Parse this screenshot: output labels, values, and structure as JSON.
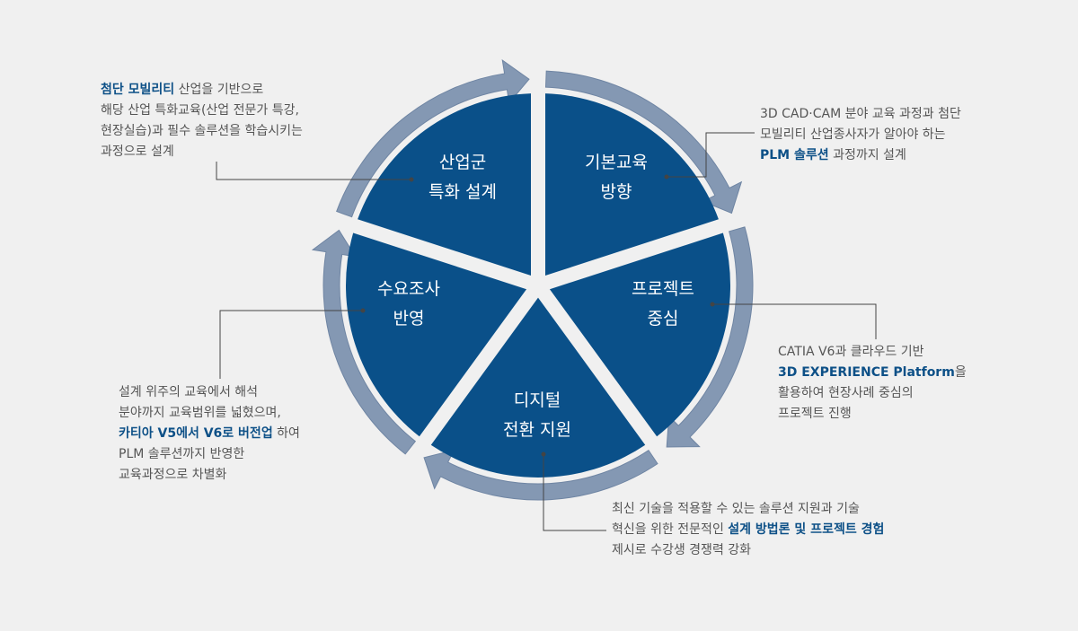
{
  "colors": {
    "background": "#f0f0f0",
    "segment": "#0a5089",
    "arrow": "#8498b3",
    "arrow_edge": "#6f85a3",
    "text": "#555555",
    "highlight": "#0d5087",
    "connector": "#444444"
  },
  "segments": [
    {
      "id": "basic",
      "line1": "기본교육",
      "line2": "방향"
    },
    {
      "id": "project",
      "line1": "프로젝트",
      "line2": "중심"
    },
    {
      "id": "digital",
      "line1": "디지털",
      "line2": "전환 지원"
    },
    {
      "id": "demand",
      "line1": "수요조사",
      "line2": "반영"
    },
    {
      "id": "industry",
      "line1": "산업군",
      "line2": "특화 설계"
    }
  ],
  "notes": {
    "industry": {
      "l1_hl": "첨단 모빌리티",
      "l1_rest": " 산업을 기반으로",
      "l2": "해당 산업 특화교육(산업 전문가 특강,",
      "l3": "현장실습)과 필수 솔루션을 학습시키는",
      "l4": "과정으로 설계"
    },
    "basic": {
      "l1": "3D CAD·CAM 분야 교육 과정과 첨단",
      "l2": "모빌리티 산업종사자가 알아야 하는",
      "l3_hl": "PLM 솔루션",
      "l3_rest": " 과정까지 설계"
    },
    "project": {
      "l1": "CATIA V6과 클라우드 기반",
      "l2_hl": "3D EXPERIENCE Platform",
      "l2_rest": "을",
      "l3": "활용하여 현장사례 중심의",
      "l4": "프로젝트 진행"
    },
    "demand": {
      "l1": "설계 위주의 교육에서 해석",
      "l2": "분야까지 교육범위를 넓혔으며,",
      "l3_hl": "카티아 V5에서 V6로 버전업",
      "l3_rest": " 하여",
      "l4": "PLM 솔루션까지 반영한",
      "l5": "교육과정으로 차별화"
    },
    "digital": {
      "l1": "최신 기술을 적용할 수 있는 솔루션 지원과 기술",
      "l2_pre": "혁신을 위한 전문적인 ",
      "l2_hl": "설계 방법론 및 프로젝트 경험",
      "l3": "제시로 수강생 경쟁력 강화"
    }
  }
}
